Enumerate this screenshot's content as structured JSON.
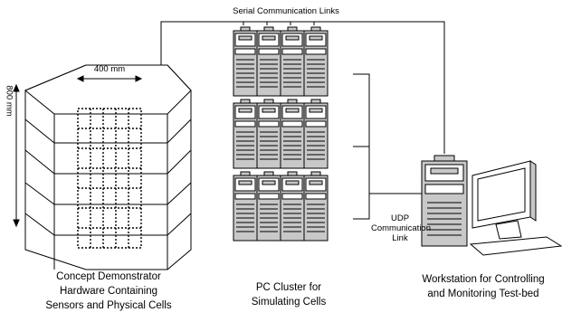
{
  "labels": {
    "serial_links": "Serial Communication Links",
    "width_dim": "400 mm",
    "height_dim": "800 mm",
    "udp_line1": "UDP",
    "udp_line2": "Communication",
    "udp_line3": "Link",
    "demo_line1": "Concept Demonstrator",
    "demo_line2": "Hardware Containing",
    "demo_line3": "Sensors and Physical Cells",
    "cluster_line1": "PC Cluster for",
    "cluster_line2": "Simulating Cells",
    "ws_line1": "Workstation for Controlling",
    "ws_line2": "and Monitoring Test-bed"
  },
  "colors": {
    "stroke": "#000000",
    "server_gray": "#c8c8c8",
    "fill": "#ffffff"
  }
}
